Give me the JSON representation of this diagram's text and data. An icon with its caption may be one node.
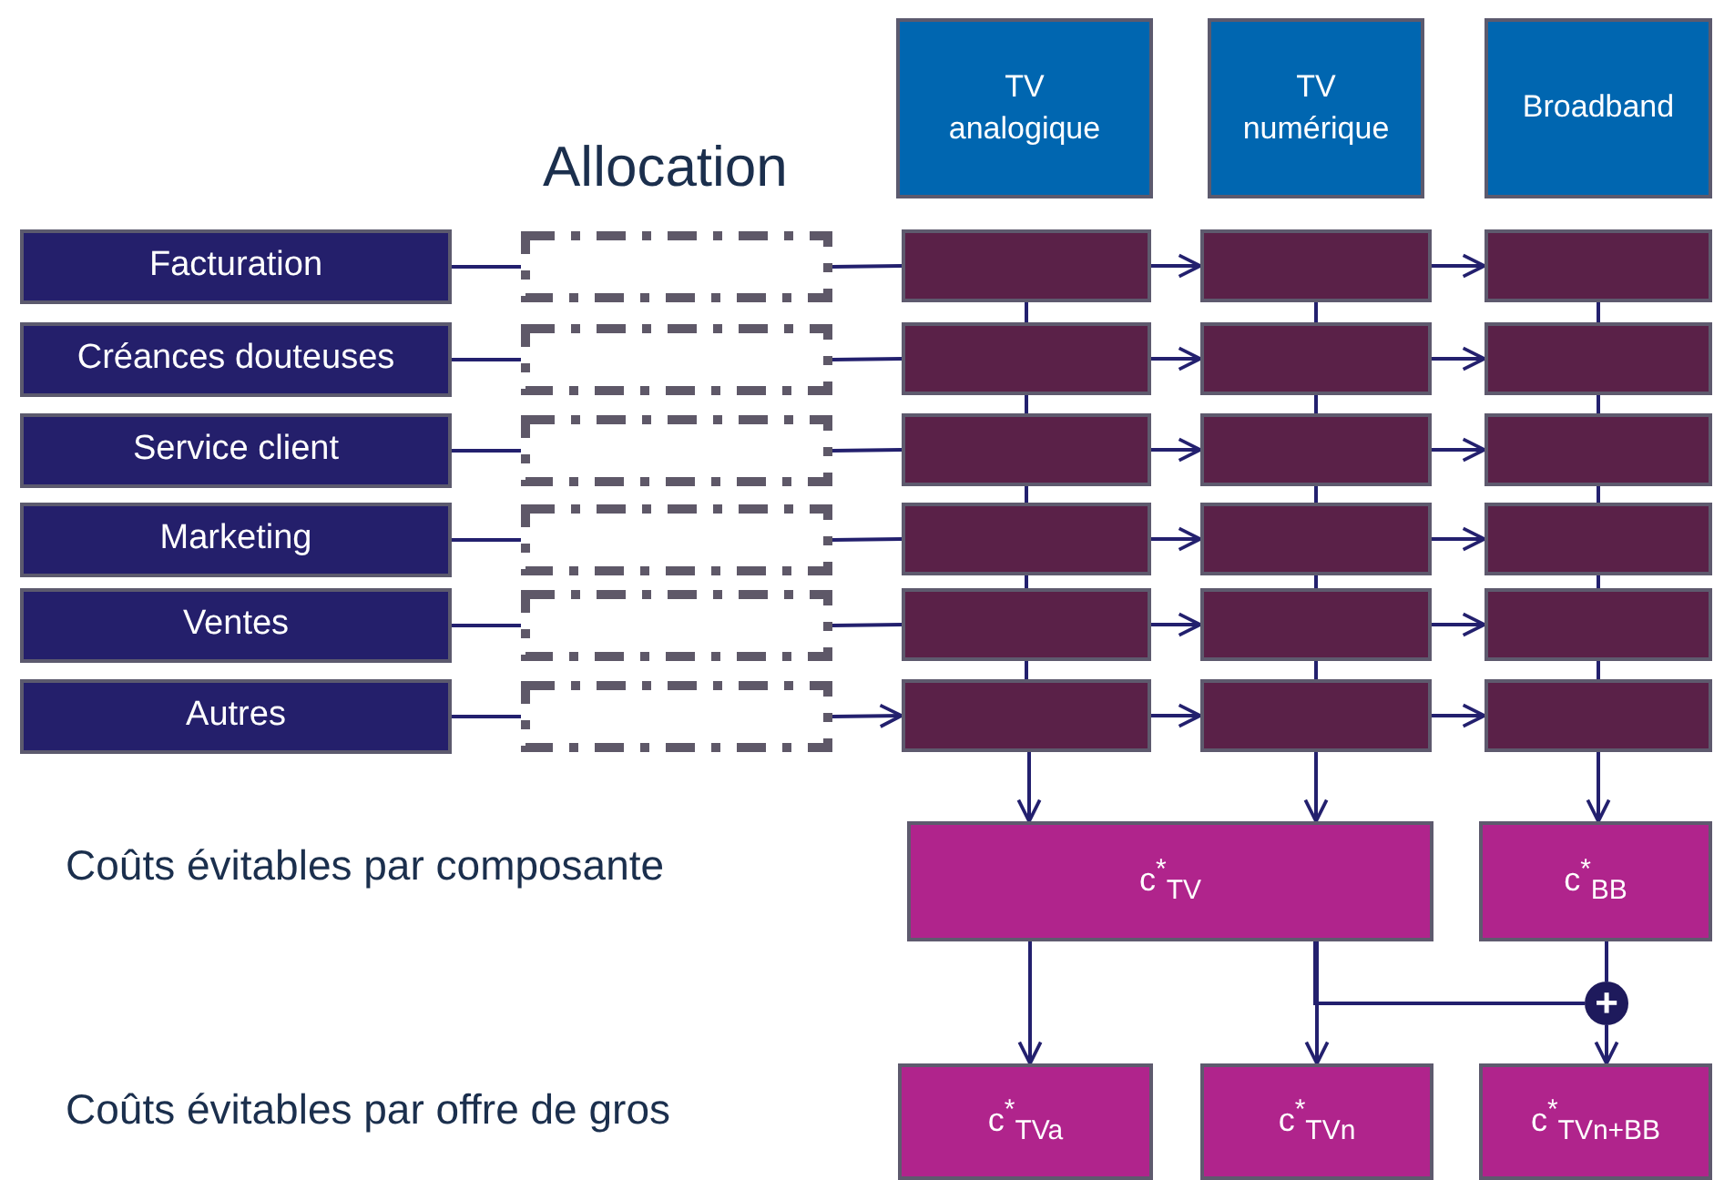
{
  "diagram": {
    "nodes": [
      {
        "text": [
          "TV analogique"
        ]
      },
      {
        "text": [
          "TV numérique"
        ]
      },
      {
        "text": [
          "Broadband"
        ]
      },
      {
        "text": [
          "Facturation"
        ]
      },
      {
        "text": [
          "Créances douteuses"
        ]
      },
      {
        "text": [
          "Service client"
        ]
      },
      {
        "text": [
          "Marketing"
        ]
      },
      {
        "text": [
          "Ventes"
        ]
      },
      {
        "text": [
          "Autres"
        ]
      },
      {
        "text": [],
        "shape": "box"
      },
      {
        "text": [],
        "shape": "box"
      },
      {
        "text": [],
        "shape": "box"
      },
      {
        "text": [],
        "shape": "box"
      },
      {
        "text": [],
        "shape": "box"
      },
      {
        "text": [],
        "shape": "box"
      },
      {
        "text": [],
        "shape": "box"
      },
      {
        "text": [],
        "shape": "box"
      },
      {
        "text": [],
        "shape": "box"
      },
      {
        "text": [],
        "shape": "box"
      },
      {
        "text": [],
        "shape": "box"
      },
      {
        "text": [],
        "shape": "box"
      },
      {
        "text": [],
        "shape": "box"
      },
      {
        "text": [],
        "shape": "box"
      },
      {
        "text": [],
        "shape": "box"
      },
      {
        "text": [],
        "shape": "box"
      },
      {
        "text": [],
        "shape": "box"
      },
      {
        "text": [],
        "shape": "box"
      },
      {
        "text": [],
        "shape": "box"
      },
      {
        "text": [],
        "shape": "box"
      },
      {
        "text": [],
        "shape": "box"
      },
      {
        "text": [],
        "shape": "box"
      },
      {
        "text": [],
        "shape": "box"
      },
      {
        "text": [],
        "shape": "box"
      },
      {
        "text": [
          "c$^{*}$$_{TV}$"
        ]
      },
      {
        "text": [
          "c$^{*}$$_{BB}$"
        ]
      },
      {
        "text": [
          "+"
        ]
      },
      {
        "text": [
          "c$^{*}$$_{TVa}$"
        ]
      },
      {
        "text": [
          "c$^{*}$$_{TVn}$"
        ]
      },
      {
        "text": [
          "c$^{*}$$_{TVn+BB}$"
        ]
      }
    ],
    "edges": [
      {
        "from": 3,
        "to": 9,
        "arrow": "none"
      },
      {
        "from": 4,
        "to": 10,
        "arrow": "none"
      },
      {
        "from": 5,
        "to": 11,
        "arrow": "none"
      },
      {
        "from": 6,
        "to": 12,
        "arrow": "none"
      },
      {
        "from": 7,
        "to": 13,
        "arrow": "none"
      },
      {
        "from": 8,
        "to": 14,
        "arrow": "none"
      },
      {
        "from": 9,
        "to": 15,
        "arrow": "none"
      },
      {
        "from": 10,
        "to": 18,
        "arrow": "none"
      },
      {
        "from": 11,
        "to": 21,
        "arrow": "none"
      },
      {
        "from": 12,
        "to": 24,
        "arrow": "none"
      },
      {
        "from": 13,
        "to": 27,
        "arrow": "none"
      },
      {
        "from": 14,
        "to": 30,
        "arrow": "to"
      },
      {
        "from": 15,
        "to": 16,
        "arrow": "to"
      },
      {
        "from": 16,
        "to": 17,
        "arrow": "to"
      },
      {
        "from": 18,
        "to": 19,
        "arrow": "to"
      },
      {
        "from": 19,
        "to": 20,
        "arrow": "to"
      },
      {
        "from": 21,
        "to": 22,
        "arrow": "to"
      },
      {
        "from": 22,
        "to": 23,
        "arrow": "to"
      },
      {
        "from": 24,
        "to": 25,
        "arrow": "to"
      },
      {
        "from": 25,
        "to": 26,
        "arrow": "to"
      },
      {
        "from": 27,
        "to": 28,
        "arrow": "to"
      },
      {
        "from": 28,
        "to": 29,
        "arrow": "to"
      },
      {
        "from": 30,
        "to": 31,
        "arrow": "to"
      },
      {
        "from": 31,
        "to": 32,
        "arrow": "to"
      },
      {
        "from": 15,
        "to": 18,
        "arrow": "none"
      },
      {
        "from": 18,
        "to": 21,
        "arrow": "none"
      },
      {
        "from": 21,
        "to": 24,
        "arrow": "none"
      },
      {
        "from": 24,
        "to": 27,
        "arrow": "none"
      },
      {
        "from": 27,
        "to": 30,
        "arrow": "none"
      },
      {
        "from": 16,
        "to": 19,
        "arrow": "none"
      },
      {
        "from": 19,
        "to": 22,
        "arrow": "none"
      },
      {
        "from": 22,
        "to": 25,
        "arrow": "none"
      },
      {
        "from": 25,
        "to": 28,
        "arrow": "none"
      },
      {
        "from": 28,
        "to": 31,
        "arrow": "none"
      },
      {
        "from": 17,
        "to": 20,
        "arrow": "none"
      },
      {
        "from": 20,
        "to": 23,
        "arrow": "none"
      },
      {
        "from": 23,
        "to": 26,
        "arrow": "none"
      },
      {
        "from": 26,
        "to": 29,
        "arrow": "none"
      },
      {
        "from": 29,
        "to": 32,
        "arrow": "none"
      },
      {
        "from": 30,
        "to": 33,
        "arrow": "to"
      },
      {
        "from": 31,
        "to": 33,
        "arrow": "to"
      },
      {
        "from": 32,
        "to": 34,
        "arrow": "to"
      },
      {
        "from": 33,
        "to": 36,
        "arrow": "to"
      },
      {
        "from": 33,
        "to": 37,
        "arrow": "to"
      },
      {
        "from": 33,
        "to": 35,
        "arrow": "none"
      },
      {
        "from": 34,
        "to": 35,
        "arrow": "none"
      },
      {
        "from": 35,
        "to": 38,
        "arrow": "to"
      }
    ],
    "labels": [
      "Allocation",
      "Coûts évitables par composante",
      "Coûts évitables par offre de gros"
    ]
  }
}
